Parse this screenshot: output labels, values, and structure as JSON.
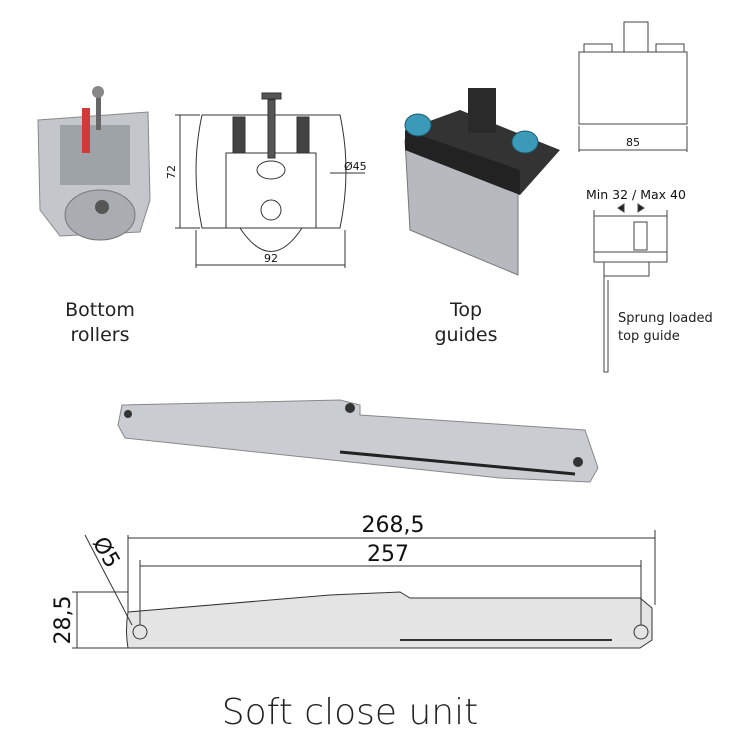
{
  "bottom_rollers": {
    "label_line1": "Bottom",
    "label_line2": "rollers",
    "dim_height": "72",
    "dim_width": "92",
    "dim_wheel_diameter": "Ø45"
  },
  "top_guides": {
    "label_line1": "Top",
    "label_line2": "guides",
    "dim_width": "85",
    "adjust_range": "Min 32 / Max 40",
    "note_line1": "Sprung loaded",
    "note_line2": "top guide"
  },
  "soft_close": {
    "title": "Soft close unit",
    "dim_overall_length": "268,5",
    "dim_hole_spacing": "257",
    "dim_height": "28,5",
    "dim_hole_diameter": "Ø5"
  },
  "colors": {
    "guide_wheel": "#3a9ab8",
    "body_dark": "#2a2a2a",
    "metal": "#b8bcc0"
  }
}
